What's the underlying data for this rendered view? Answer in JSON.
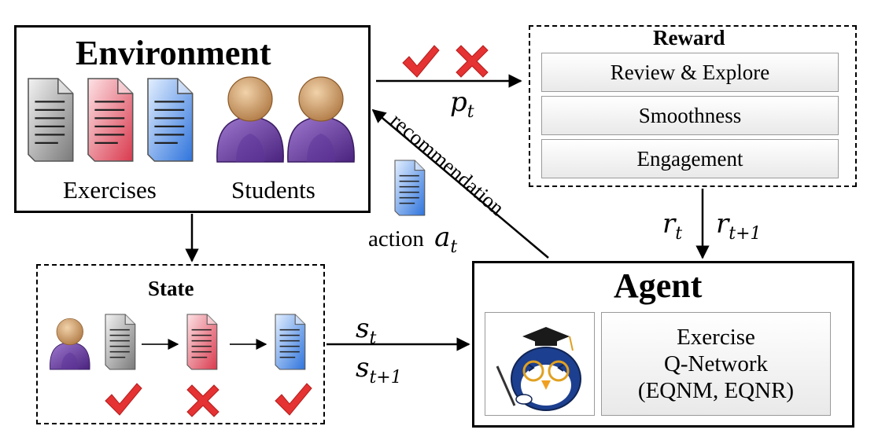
{
  "environment": {
    "title": "Environment",
    "exercises_label": "Exercises",
    "students_label": "Students"
  },
  "reward": {
    "title": "Reward",
    "items": [
      "Review & Explore",
      "Smoothness",
      "Engagement"
    ]
  },
  "state": {
    "title": "State"
  },
  "agent": {
    "title": "Agent",
    "network_lines": [
      "Exercise",
      "Q-Network",
      "(EQNM, EQNR)"
    ]
  },
  "labels": {
    "p": "p",
    "p_sub": "t",
    "r1": "r",
    "r1_sub": "t",
    "r2": "r",
    "r2_sub": "t+1",
    "s1": "s",
    "s1_sub": "t",
    "s2": "s",
    "s2_sub": "t+1",
    "action": "action",
    "a": "a",
    "a_sub": "t",
    "recommendation": "recommendation"
  },
  "colors": {
    "doc_gray": "#8c8c8c",
    "doc_red": "#e2475a",
    "doc_blue": "#3f83e6",
    "person": "#6a3ea1",
    "head": "#c99a63",
    "check": "#e23030"
  },
  "icons": [
    "document-icon",
    "student-icon",
    "check-icon",
    "cross-icon",
    "robot-mascot-icon"
  ]
}
